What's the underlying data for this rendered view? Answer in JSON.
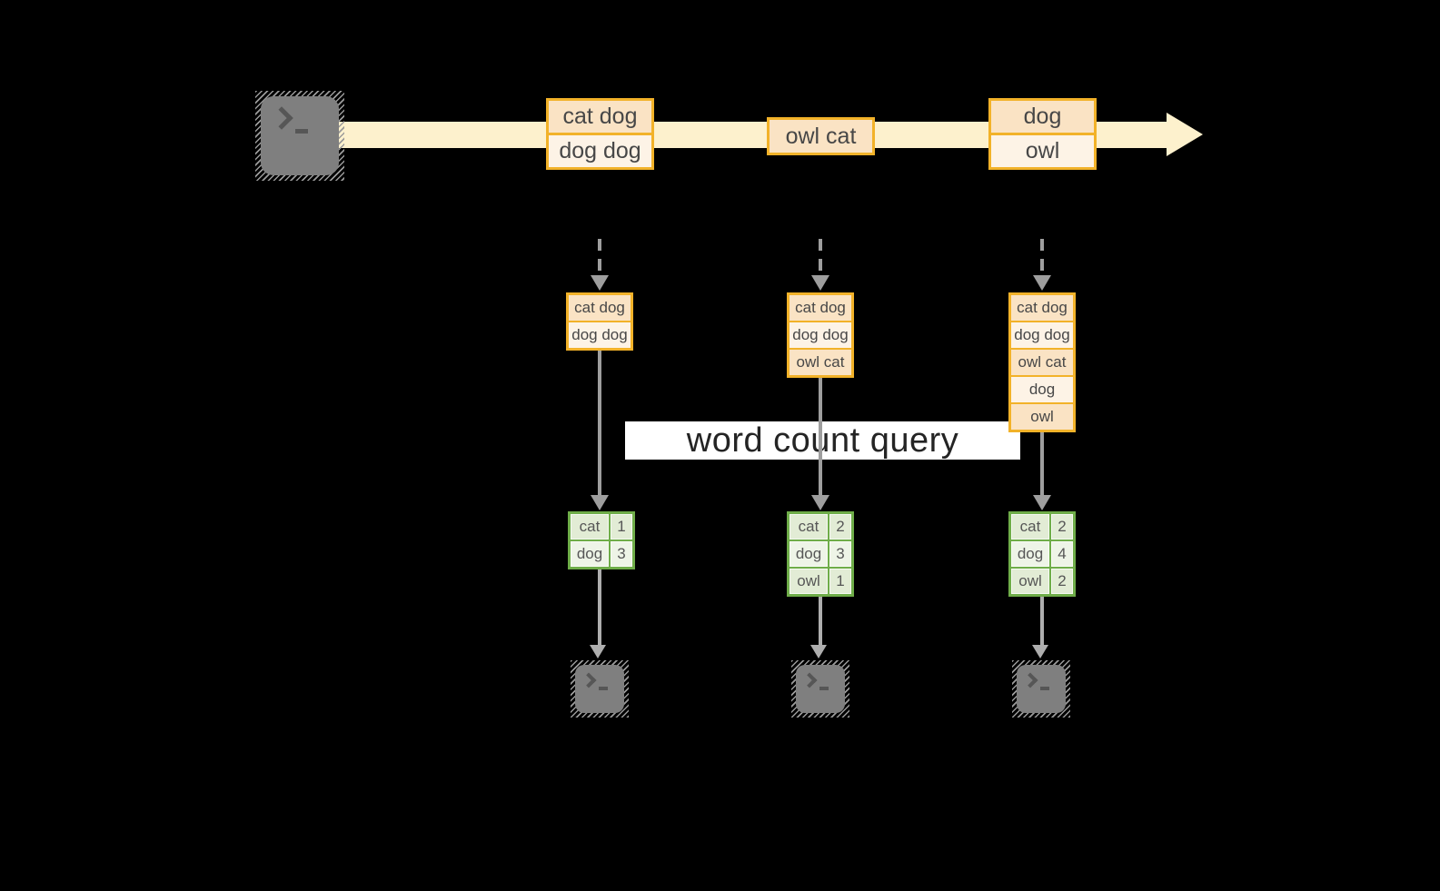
{
  "palette": {
    "background": "#000000",
    "stream_band": "#fdf1cd",
    "box_border": "#f2b229",
    "cell_dark": "#fae3c4",
    "cell_light": "#fdf3e6",
    "table_border": "#6fad49",
    "row_dark": "#e2ecd5",
    "row_light": "#eef4e7",
    "arrow_gray": "#9e9e9e",
    "arrow_light": "#aeaeae",
    "terminal_fill": "#7f7f7f",
    "banner_bg": "#ffffff"
  },
  "banner": {
    "label": "word count query"
  },
  "timeline": {
    "batches": [
      {
        "lines": [
          "cat dog",
          "dog dog"
        ]
      },
      {
        "lines": [
          "owl cat"
        ]
      },
      {
        "lines": [
          "dog",
          "owl"
        ]
      }
    ]
  },
  "micro_batches": [
    {
      "input": [
        "cat dog",
        "dog dog"
      ],
      "counts": [
        {
          "word": "cat",
          "count": "1"
        },
        {
          "word": "dog",
          "count": "3"
        }
      ]
    },
    {
      "input": [
        "cat dog",
        "dog dog",
        "owl cat"
      ],
      "counts": [
        {
          "word": "cat",
          "count": "2"
        },
        {
          "word": "dog",
          "count": "3"
        },
        {
          "word": "owl",
          "count": "1"
        }
      ]
    },
    {
      "input": [
        "cat dog",
        "dog dog",
        "owl cat",
        "dog",
        "owl"
      ],
      "counts": [
        {
          "word": "cat",
          "count": "2"
        },
        {
          "word": "dog",
          "count": "4"
        },
        {
          "word": "owl",
          "count": "2"
        }
      ]
    }
  ]
}
